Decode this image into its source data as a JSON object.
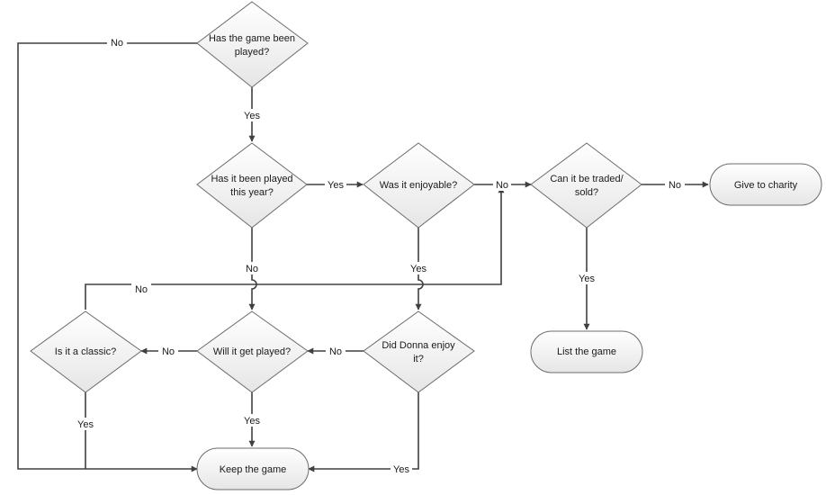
{
  "nodes": {
    "played": {
      "type": "decision",
      "lines": [
        "Has the game been",
        "played?"
      ]
    },
    "this_year": {
      "type": "decision",
      "lines": [
        "Has it been played",
        "this year?"
      ]
    },
    "enjoyable": {
      "type": "decision",
      "lines": [
        "Was it enjoyable?"
      ]
    },
    "traded": {
      "type": "decision",
      "lines": [
        "Can it be traded/",
        "sold?"
      ]
    },
    "charity": {
      "type": "terminal",
      "lines": [
        "Give to charity"
      ]
    },
    "list": {
      "type": "terminal",
      "lines": [
        "List the game"
      ]
    },
    "classic": {
      "type": "decision",
      "lines": [
        "Is it a classic?"
      ]
    },
    "will_play": {
      "type": "decision",
      "lines": [
        "Will it get played?"
      ]
    },
    "donna": {
      "type": "decision",
      "lines": [
        "Did Donna enjoy",
        "it?"
      ]
    },
    "keep": {
      "type": "terminal",
      "lines": [
        "Keep the game"
      ]
    }
  },
  "edges": [
    {
      "id": "played-no",
      "label": "No"
    },
    {
      "id": "played-yes",
      "label": "Yes"
    },
    {
      "id": "this-year-yes",
      "label": "Yes"
    },
    {
      "id": "this-year-no",
      "label": "No"
    },
    {
      "id": "enjoyable-no",
      "label": "No"
    },
    {
      "id": "enjoyable-yes",
      "label": "Yes"
    },
    {
      "id": "traded-no",
      "label": "No"
    },
    {
      "id": "traded-yes",
      "label": "Yes"
    },
    {
      "id": "classic-no",
      "label": "No"
    },
    {
      "id": "will-play-no",
      "label": "No"
    },
    {
      "id": "donna-no",
      "label": "No"
    },
    {
      "id": "classic-yes",
      "label": "Yes"
    },
    {
      "id": "will-play-yes",
      "label": "Yes"
    },
    {
      "id": "donna-yes",
      "label": "Yes"
    }
  ]
}
